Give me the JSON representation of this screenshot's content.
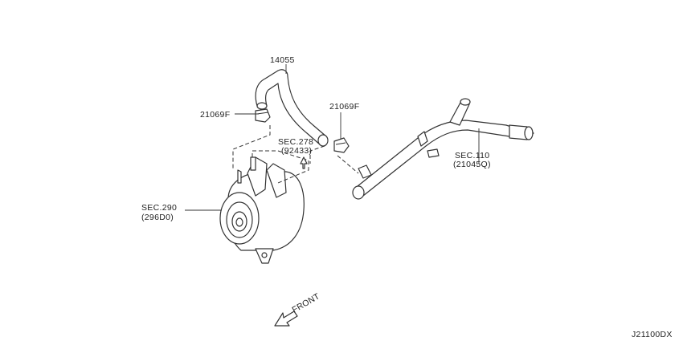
{
  "callouts": {
    "hose_part": "14055",
    "clamp_left": "21069F",
    "clamp_right": "21069F",
    "sec278_title": "SEC.278",
    "sec278_code": "(92433)",
    "sec110_title": "SEC.110",
    "sec110_code": "(21045Q)",
    "sec290_title": "SEC.290",
    "sec290_code": "(296D0)"
  },
  "front_label": "FRONT",
  "diagram_id": "J21100DX"
}
